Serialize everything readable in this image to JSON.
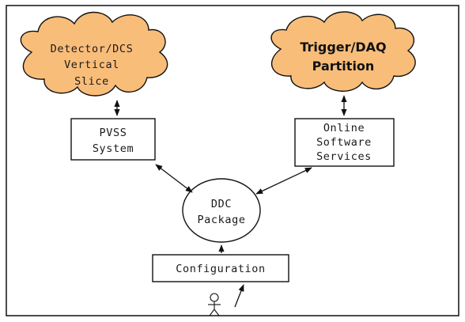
{
  "nodes": {
    "detector_cloud": [
      "Detector/DCS",
      "Vertical",
      "Slice"
    ],
    "trigger_cloud": [
      "Trigger/DAQ",
      "Partition"
    ],
    "pvss_box": [
      "PVSS",
      "System"
    ],
    "online_box": [
      "Online",
      "Software",
      "Services"
    ],
    "ddc_circle": [
      "DDC",
      "Package"
    ],
    "config_box": [
      "Configuration"
    ]
  },
  "colors": {
    "cloud_fill": "#f9bd7a",
    "line": "#111111",
    "background": "#ffffff"
  },
  "icons": {
    "user": "user-stick-figure-icon"
  }
}
